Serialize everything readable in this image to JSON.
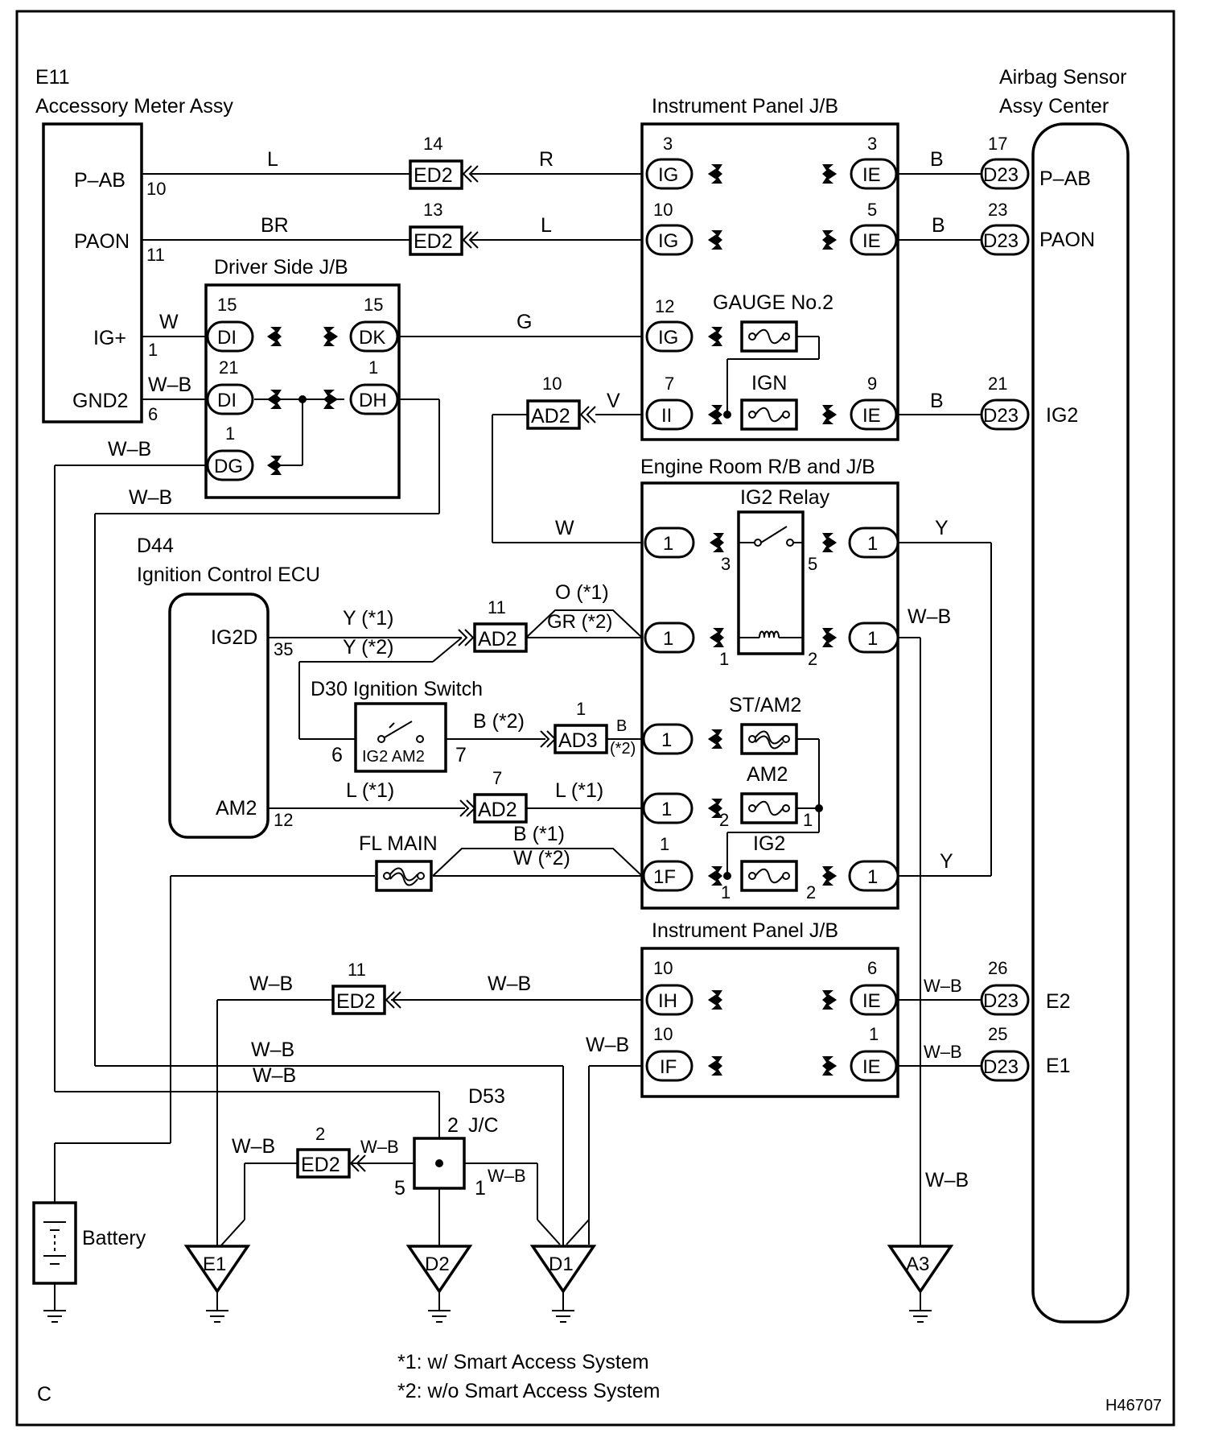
{
  "components": {
    "meter_code": "E11",
    "meter_name": "Accessory Meter Assy",
    "meter_pins": {
      "pab": "P–AB",
      "paon": "PAON",
      "igplus": "IG+",
      "gnd2": "GND2"
    },
    "meter_pin_nums": {
      "pab": "10",
      "paon": "11",
      "igplus": "1",
      "gnd2": "6"
    },
    "airbag_name_1": "Airbag Sensor",
    "airbag_name_2": "Assy Center",
    "airbag_pins": {
      "pab": "P–AB",
      "paon": "PAON",
      "ig2": "IG2",
      "e2": "E2",
      "e1": "E1"
    },
    "ip_jb_top": "Instrument Panel J/B",
    "ip_jb_bottom": "Instrument Panel J/B",
    "driver_jb": "Driver Side J/B",
    "engine_rb": "Engine Room R/B and J/B",
    "ig2_relay": "IG2 Relay",
    "ecu_code": "D44",
    "ecu_name": "Ignition Control ECU",
    "ecu_pins": {
      "ig2d": "IG2D",
      "am2": "AM2"
    },
    "ecu_pin_nums": {
      "ig2d": "35",
      "am2": "12"
    },
    "switch_name": "D30 Ignition Switch",
    "switch_inner": "IG2 AM2",
    "switch_pin_nums": {
      "left": "6",
      "right": "7"
    },
    "jc_code": "D53",
    "jc_name": "J/C",
    "jc_pins": {
      "top": "2",
      "left": "5",
      "right": "1"
    },
    "battery": "Battery",
    "fuses": {
      "gauge": "GAUGE No.2",
      "ign": "IGN",
      "st_am2": "ST/AM2",
      "am2": "AM2",
      "ig2": "IG2",
      "fl_main": "FL MAIN"
    }
  },
  "connectors": {
    "ed2_14": {
      "num": "14",
      "name": "ED2"
    },
    "ed2_13": {
      "num": "13",
      "name": "ED2"
    },
    "ad2_10": {
      "num": "10",
      "name": "AD2"
    },
    "ad2_11": {
      "num": "11",
      "name": "AD2"
    },
    "ad3_1": {
      "num": "1",
      "name": "AD3"
    },
    "ad2_7": {
      "num": "7",
      "name": "AD2"
    },
    "ed2_11": {
      "num": "11",
      "name": "ED2"
    },
    "ed2_2": {
      "num": "2",
      "name": "ED2"
    }
  },
  "terminals": {
    "ig3": {
      "num": "3",
      "name": "IG"
    },
    "ie3": {
      "num": "3",
      "name": "IE"
    },
    "d23_17": {
      "num": "17",
      "name": "D23"
    },
    "ig10": {
      "num": "10",
      "name": "IG"
    },
    "ie5": {
      "num": "5",
      "name": "IE"
    },
    "d23_23": {
      "num": "23",
      "name": "D23"
    },
    "di15": {
      "num": "15",
      "name": "DI"
    },
    "dk15": {
      "num": "15",
      "name": "DK"
    },
    "ig12": {
      "num": "12",
      "name": "IG"
    },
    "di21": {
      "num": "21",
      "name": "DI"
    },
    "dh1": {
      "num": "1",
      "name": "DH"
    },
    "ii7": {
      "num": "7",
      "name": "II"
    },
    "ie9": {
      "num": "9",
      "name": "IE"
    },
    "d23_21": {
      "num": "21",
      "name": "D23"
    },
    "dg1": {
      "num": "1",
      "name": "DG"
    },
    "er_one": "1",
    "if1": {
      "num": "1",
      "name": "1F"
    },
    "ih10": {
      "num": "10",
      "name": "IH"
    },
    "ie6": {
      "num": "6",
      "name": "IE"
    },
    "d23_26": {
      "num": "26",
      "name": "D23"
    },
    "if10": {
      "num": "10",
      "name": "IF"
    },
    "ie1": {
      "num": "1",
      "name": "IE"
    },
    "d23_25": {
      "num": "25",
      "name": "D23"
    }
  },
  "relay_pins": {
    "p3": "3",
    "p5": "5",
    "p1": "1",
    "p2": "2"
  },
  "fuse_pins": {
    "am2_left": "2",
    "am2_right": "1",
    "ig2_left": "1",
    "ig2_right": "2"
  },
  "wires": {
    "l_pab": "L",
    "r_pab": "R",
    "b_pab": "B",
    "br_paon": "BR",
    "l_paon": "L",
    "b_paon": "B",
    "w_ig": "W",
    "g_ig": "G",
    "wb_gnd": "W–B",
    "v_ii": "V",
    "b_ig2": "B",
    "wb_dg": "W–B",
    "wb_dh": "W–B",
    "w_relay": "W",
    "y_relay": "Y",
    "o1": "O (*1)",
    "gr2": "GR (*2)",
    "y1": "Y (*1)",
    "y2": "Y (*2)",
    "wb_relay": "W–B",
    "b2": "B (*2)",
    "b_small": "B",
    "b_small2": "(*2)",
    "l1a": "L (*1)",
    "l1b": "L (*1)",
    "b1": "B (*1)",
    "w2": "W (*2)",
    "y_ig2": "Y",
    "wb_e1": "W–B",
    "wb_ed2_11": "W–B",
    "wb_d1a": "W–B",
    "wb_d1b": "W–B",
    "wb_if": "W–B",
    "wb_e2": "W–B",
    "wb_e1r": "W–B",
    "wb_ed2_2": "W–B",
    "wb_jc": "W–B",
    "wb_jc1": "W–B",
    "wb_a3": "W–B"
  },
  "grounds": {
    "e1": "E1",
    "d2": "D2",
    "d1": "D1",
    "a3": "A3"
  },
  "notes": {
    "n1": "*1: w/ Smart Access System",
    "n2": "*2: w/o Smart Access System"
  },
  "corner": "C",
  "ref_code": "H46707"
}
